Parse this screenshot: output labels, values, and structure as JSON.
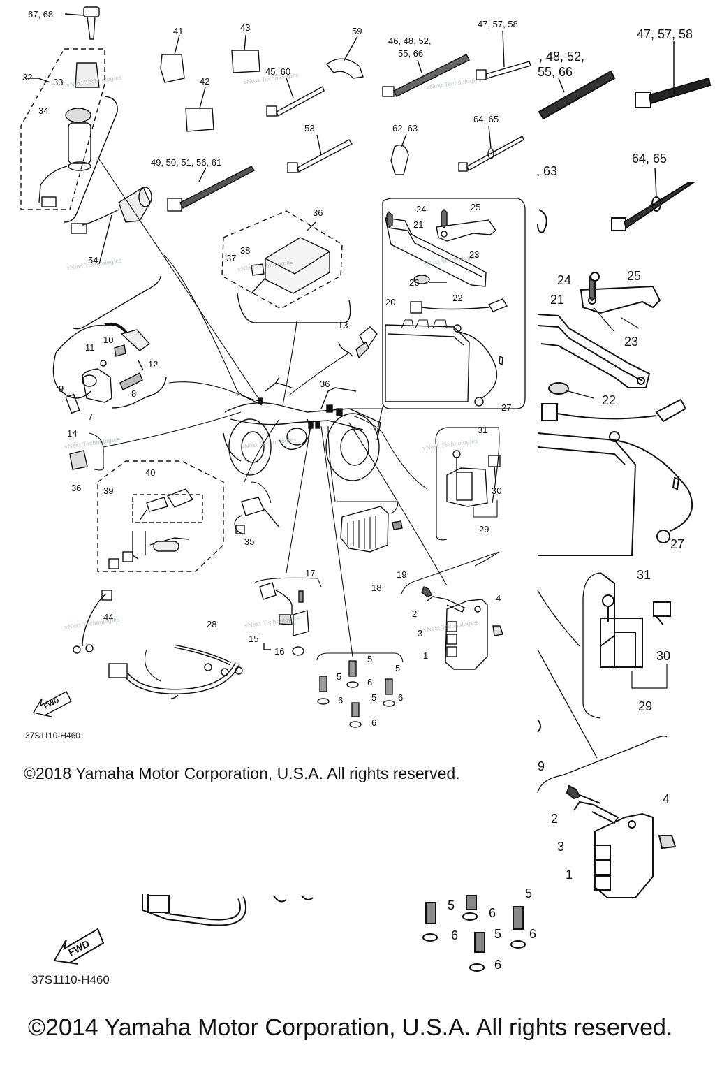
{
  "small_diagram": {
    "labels": {
      "l6768": "67, 68",
      "l41": "41",
      "l43": "43",
      "l59": "59",
      "l4648": "46, 48, 52,",
      "l5566": "55, 66",
      "l475758": "47, 57, 58",
      "l32": "32",
      "l33": "33",
      "l34": "34",
      "l4560": "45, 60",
      "l42": "42",
      "l53": "53",
      "l6263": "62, 63",
      "l6465": "64, 65",
      "l4950": "49, 50, 51, 56, 61",
      "l36a": "36",
      "l38": "38",
      "l37": "37",
      "l24": "24",
      "l25": "25",
      "l21": "21",
      "l23": "23",
      "l54": "54",
      "l26": "26",
      "l22": "22",
      "l20": "20",
      "l13": "13",
      "l10": "10",
      "l11": "11",
      "l12": "12",
      "l36b": "36",
      "l9": "9",
      "l8": "8",
      "l7": "7",
      "l27": "27",
      "l14": "14",
      "l31": "31",
      "l40": "40",
      "l36c": "36",
      "l39": "39",
      "l30": "30",
      "l29": "29",
      "l35": "35",
      "l19": "19",
      "l18": "18",
      "l17": "17",
      "l4": "4",
      "l2": "2",
      "l3": "3",
      "l1": "1",
      "l44": "44",
      "l28": "28",
      "l15": "15",
      "l16": "16",
      "l5a": "5",
      "l5b": "5",
      "l5c": "5",
      "l5d": "5",
      "l6a": "6",
      "l6b": "6",
      "l6c": "6",
      "l6d": "6"
    },
    "code": "37S1110-H460",
    "fwd": "FWD"
  },
  "large_diagram": {
    "labels": {
      "l475758": "47, 57, 58",
      "l4852": ", 48, 52,",
      "l5566": "55, 66",
      "l6465": "64, 65",
      "l6263": ", 63",
      "l24": "24",
      "l25": "25",
      "l21": "21",
      "l23": "23",
      "l22": "22",
      "l27": "27",
      "l31": "31",
      "l30": "30",
      "l29": "29",
      "l9": "9",
      "l4": "4",
      "l2": "2",
      "l3": "3",
      "l1": "1",
      "l5a": "5",
      "l5b": "5",
      "l5c": "5",
      "l6a": "6",
      "l6b": "6",
      "l6c": "6",
      "l6d": "6"
    },
    "code": "37S1110-H460",
    "fwd": "FWD"
  },
  "watermark": "vNext Technologies",
  "copyright_2018": "©2018 Yamaha Motor Corporation, U.S.A. All rights reserved.",
  "copyright_2014": "©2014 Yamaha Motor Corporation, U.S.A. All rights reserved.",
  "colors": {
    "ink": "#111111",
    "background": "#ffffff"
  }
}
